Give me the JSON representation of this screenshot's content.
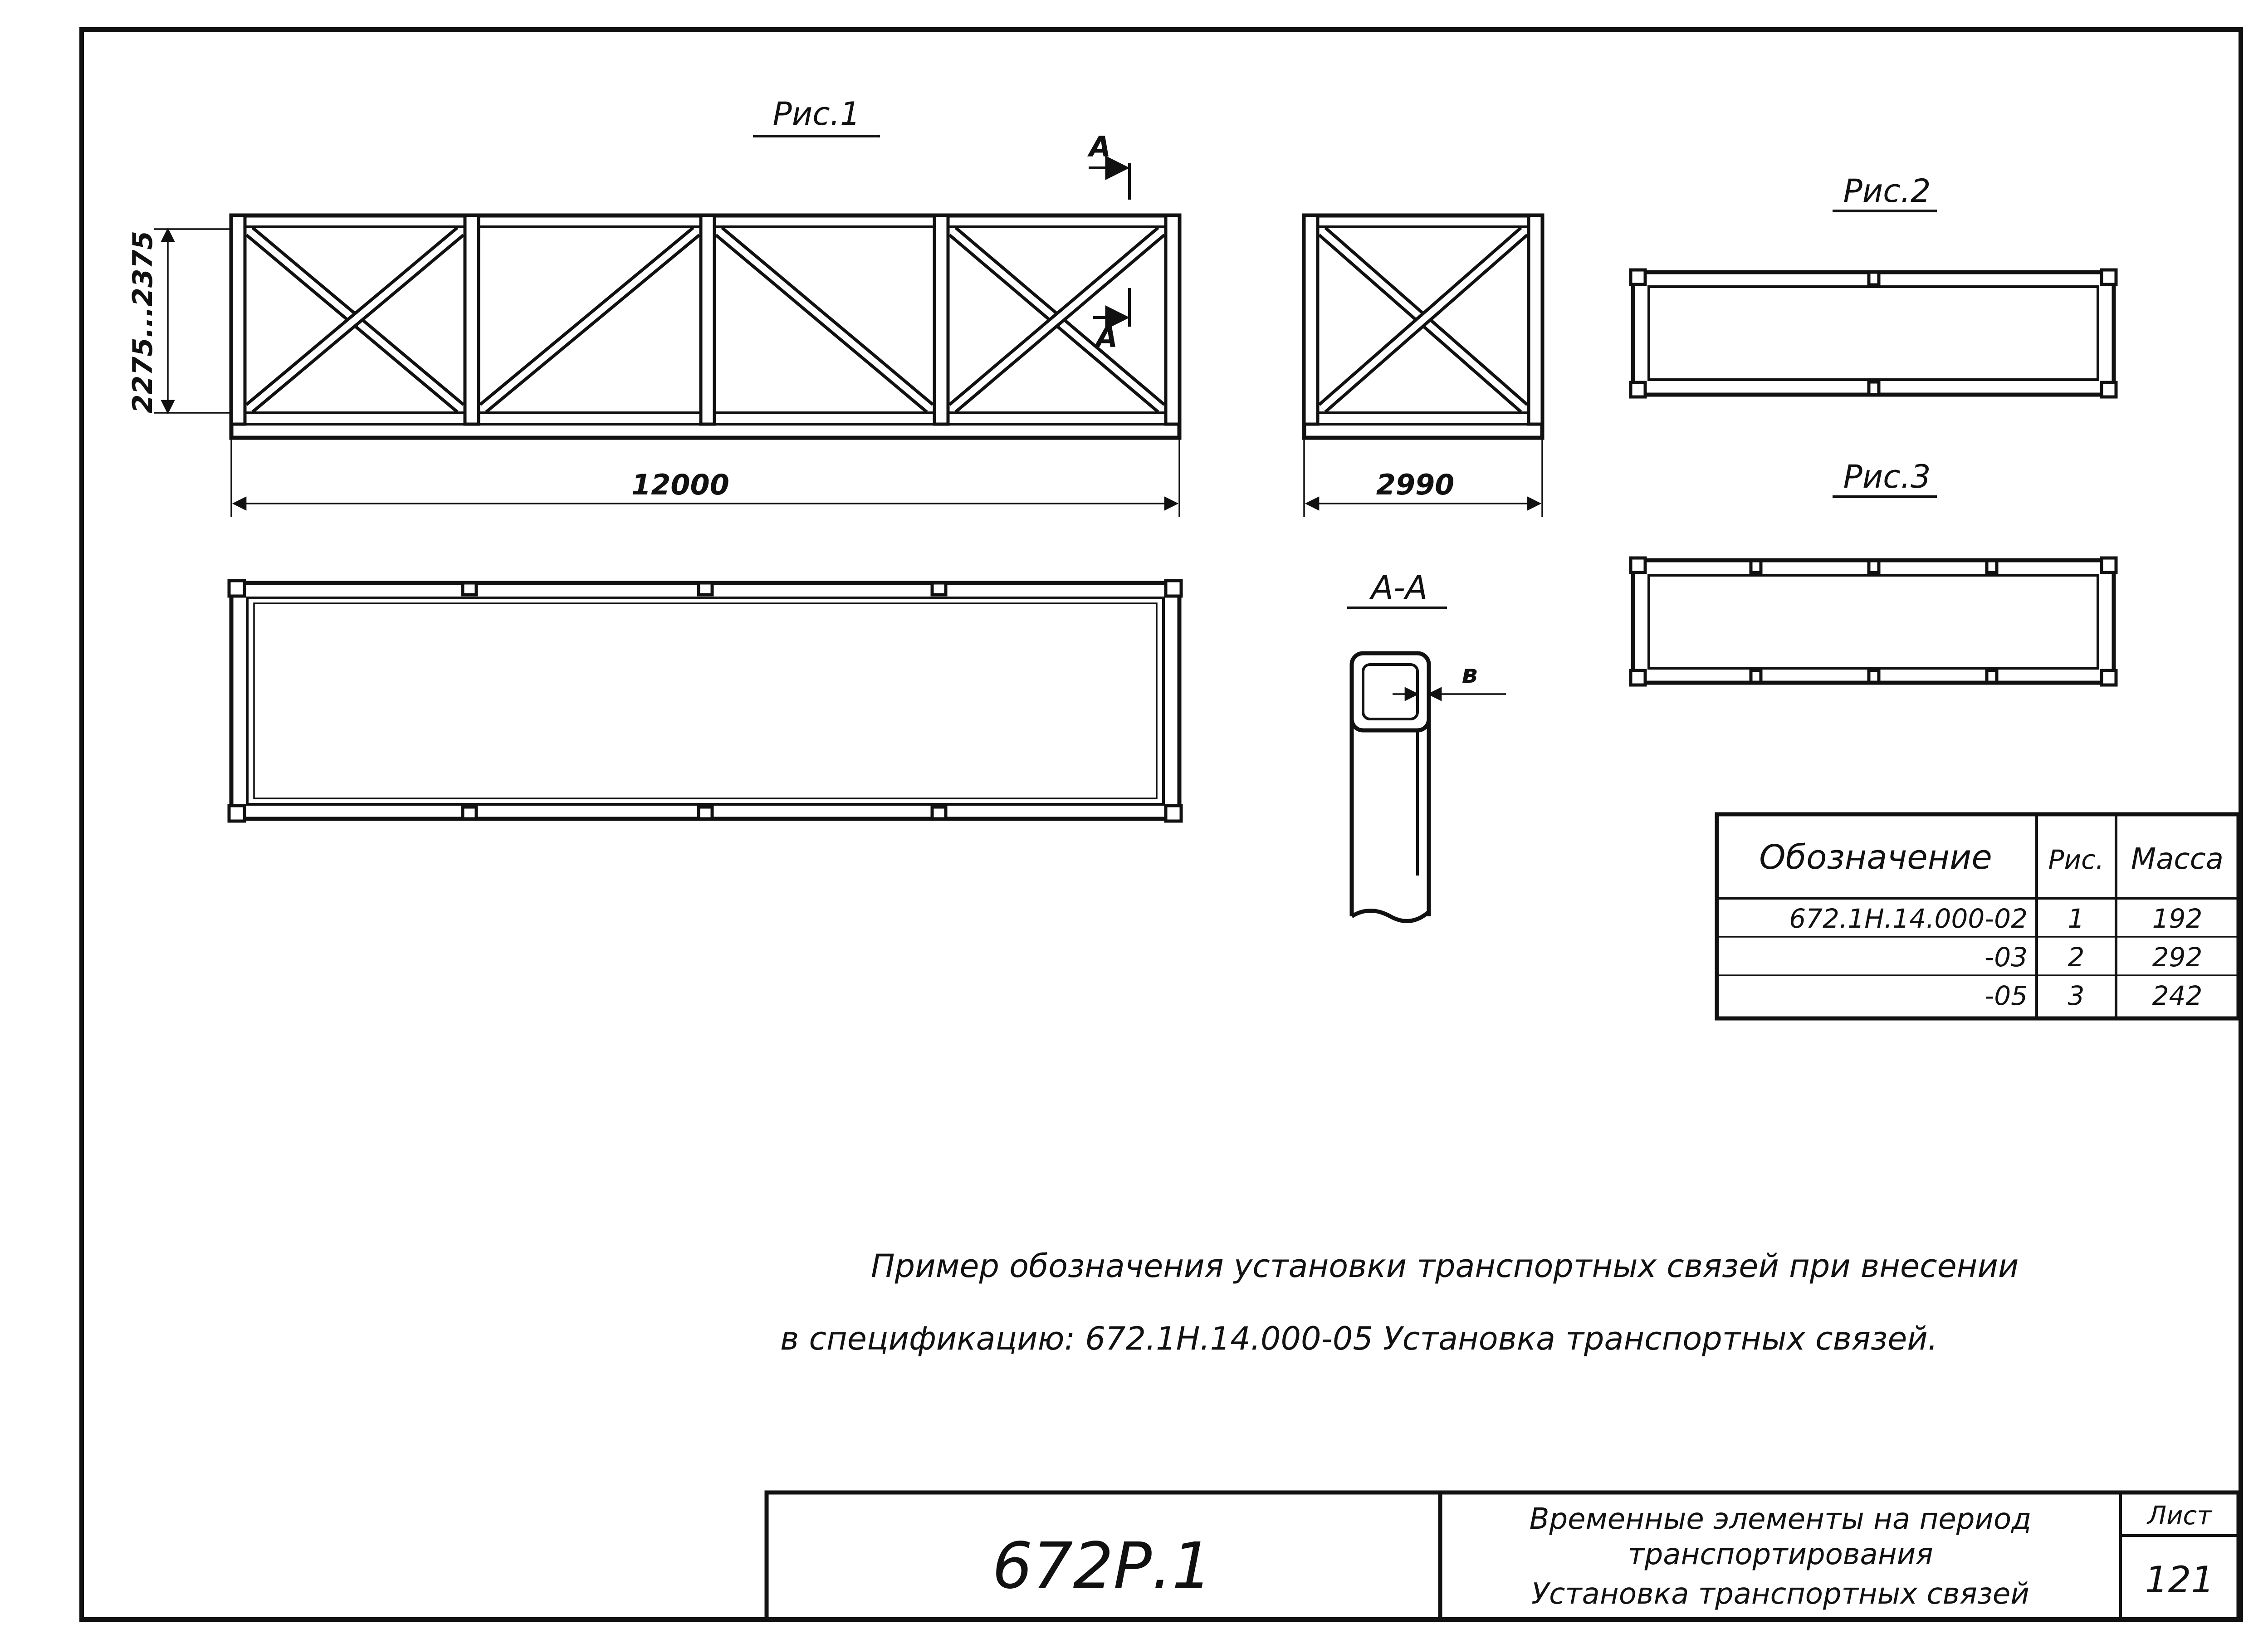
{
  "views": {
    "fig1_title": "Рис.1",
    "fig2_title": "Рис.2",
    "fig3_title": "Рис.3",
    "section_title": "А-А",
    "section_mark": "А",
    "height_dim": "2275...2375",
    "length_dim": "12000",
    "width_dim": "2990",
    "wall_dim": "в"
  },
  "table": {
    "headers": [
      "Обозначение",
      "Рис.",
      "Масса"
    ],
    "rows": [
      {
        "designation": "672.1Н.14.000-02",
        "fig": "1",
        "mass": "192"
      },
      {
        "designation": "-03",
        "fig": "2",
        "mass": "292"
      },
      {
        "designation": "-05",
        "fig": "3",
        "mass": "242"
      }
    ]
  },
  "note": {
    "line1": "Пример обозначения установки транспортных связей при внесении",
    "line2": "в спецификацию: 672.1Н.14.000-05 Установка транспортных связей."
  },
  "title_block": {
    "doc_code": "672Р.1",
    "title_line1": "Временные элементы на период",
    "title_line2": "транспортирования",
    "title_line3": "Установка транспортных связей",
    "sheet_label": "Лист",
    "sheet_number": "121"
  }
}
